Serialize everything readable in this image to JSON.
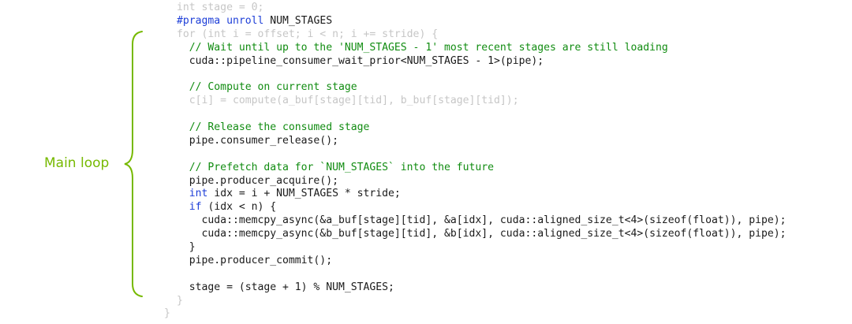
{
  "label": "Main loop",
  "bracket_color": "#76b900",
  "code": {
    "l01": "int stage = 0;",
    "l02_kw": "#pragma unroll",
    "l02_rest": " NUM_STAGES",
    "l03": "for (int i = offset; i < n; i += stride) {",
    "l04": "  // Wait until up to the 'NUM_STAGES - 1' most recent stages are still loading",
    "l05": "  cuda::pipeline_consumer_wait_prior<NUM_STAGES - 1>(pipe);",
    "l07": "  // Compute on current stage",
    "l08": "  c[i] = compute(a_buf[stage][tid], b_buf[stage][tid]);",
    "l10": "  // Release the consumed stage",
    "l11": "  pipe.consumer_release();",
    "l13": "  // Prefetch data for `NUM_STAGES` into the future",
    "l14": "  pipe.producer_acquire();",
    "l15_kw": "int",
    "l15_rest": " idx = i + NUM_STAGES * stride;",
    "l16_kw": "if",
    "l16_rest": " (idx < n) {",
    "l17": "    cuda::memcpy_async(&a_buf[stage][tid], &a[idx], cuda::aligned_size_t<4>(sizeof(float)), pipe);",
    "l18": "    cuda::memcpy_async(&b_buf[stage][tid], &b[idx], cuda::aligned_size_t<4>(sizeof(float)), pipe);",
    "l19": "  }",
    "l20": "  pipe.producer_commit();",
    "l22": "  stage = (stage + 1) % NUM_STAGES;",
    "l23": "}",
    "l24": "}"
  }
}
